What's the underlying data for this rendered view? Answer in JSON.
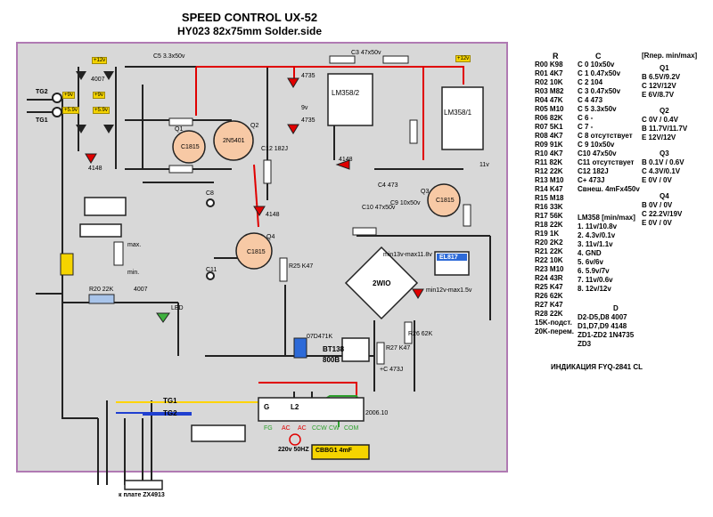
{
  "title": "SPEED CONTROL UX-52",
  "subtitle": "HY023  82x75mm  Solder.side",
  "left_labels": {
    "tg2": "TG2",
    "tg1": "TG1",
    "tg1b": "TG1",
    "tg2b": "TG2",
    "plate": "к плате ZX4913"
  },
  "parts": {
    "q1": "Q1",
    "q1_type": "C1815",
    "q2": "Q2",
    "q2_type": "2N5401",
    "q3": "Q3",
    "q3_type": "C1815",
    "q4": "Q4",
    "q4_type": "C1815",
    "lm2": "LM358/2",
    "lm1": "LM358/1",
    "bridge": "2WIO",
    "optron": "EL817",
    "triac": "BT138",
    "triac_v": "800B",
    "varistor": "07D471K",
    "led": "LED",
    "d4148_1": "4148",
    "d4148_2": "4148",
    "d4148_3": "4148",
    "d4007": "4007",
    "d4735a": "4735",
    "d4735b": "4735",
    "d4007b": "4007",
    "r20": "R20 22K",
    "r25": "R25 K47",
    "r26": "R26 62K",
    "r27": "R27 K47",
    "c5": "C5 3.3x50v",
    "c3": "C3 47x50v",
    "c12": "C12 182J",
    "c4": "C4 473",
    "c10": "C10 47x50v",
    "c9": "C9 10x50v",
    "c11": "C11",
    "c8": "C8",
    "c_plus": "+C 473J",
    "max": "max.",
    "min": "min.",
    "date": "2006.10",
    "fan": "CBBG1 4mF",
    "mains": "220v 50HZ",
    "min13": "min13v-max11.8v",
    "min12": "min12v-max1.5v",
    "v11": "11v",
    "v9": "9v"
  },
  "connector": {
    "pins": [
      "G",
      "L2",
      "",
      "",
      "",
      "",
      ""
    ],
    "labels": [
      "FG",
      "AC",
      "AC",
      "CCW",
      "CW",
      "COM"
    ]
  },
  "tags": [
    "+12v",
    "+9v",
    "+9v",
    "+5.9v",
    "+5.9v",
    "+12v"
  ],
  "r_table": {
    "header": "R",
    "rows": [
      "R00 K98",
      "R01 4K7",
      "R02 10K",
      "R03 M82",
      "R04 47K",
      "R05 M10",
      "R06 82K",
      "R07 5K1",
      "R08 4K7",
      "R09 91K",
      "R10 4K7",
      "R11 82K",
      "R12 22K",
      "R13 M10",
      "R14 K47",
      "R15 M18",
      "R16 33K",
      "R17 56K",
      "R18 22K",
      "R19 1K",
      "R20 2K2",
      "R21 22K",
      "R22 10K",
      "R23 M10",
      "R24 43R",
      "R25 K47",
      "R26 62K",
      "R27 K47",
      "R28 22K",
      "15K-подст.",
      "20K-перем."
    ]
  },
  "c_table": {
    "header": "C",
    "rows": [
      "C 0 10x50v",
      "C 1 0.47x50v",
      "C 2  104",
      "C 3  0.47x50v",
      "C 4  473",
      "C 5  3.3x50v",
      "C 6  -",
      "C 7  -",
      "C 8  отсутствует",
      "C 9  10x50v",
      "C10  47x50v",
      "C11 отсутствует",
      "C12  182J",
      "C+  473J",
      "Свнеш. 4mFx450v"
    ]
  },
  "lm358_table": {
    "header": "LM358 [min/max]",
    "rows": [
      "1.      11v/10.8v",
      "2.      4.3v/0.1v",
      "3.      11v/1.1v",
      "4.      GND",
      "5.      6v/6v",
      "6.      5.9v/7v",
      "7.      11v/0.6v",
      "8.      12v/12v"
    ]
  },
  "d_table": {
    "header": "D",
    "rows": [
      "D2-D5,D8  4007",
      "D1,D7,D9  4148",
      "ZD1-ZD2  1N4735",
      "ZD3"
    ]
  },
  "indication": "ИНДИКАЦИЯ FYQ-2841 CL",
  "voltages": {
    "header": "[Rпер. min/max]",
    "q1": {
      "title": "Q1",
      "rows": [
        "B  6.5V/9.2V",
        "C  12V/12V",
        "E  6V/8.7V"
      ]
    },
    "q2": {
      "title": "Q2",
      "rows": [
        "C  0V / 0.4V",
        "B  11.7V/11.7V",
        "E  12V/12V"
      ]
    },
    "q3": {
      "title": "Q3",
      "rows": [
        "B  0.1V / 0.6V",
        "C  4.3V/0.1V",
        "E  0V / 0V"
      ]
    },
    "q4": {
      "title": "Q4",
      "rows": [
        "B  0V / 0V",
        "C  22.2V/19V",
        "E  0V / 0V"
      ]
    }
  }
}
